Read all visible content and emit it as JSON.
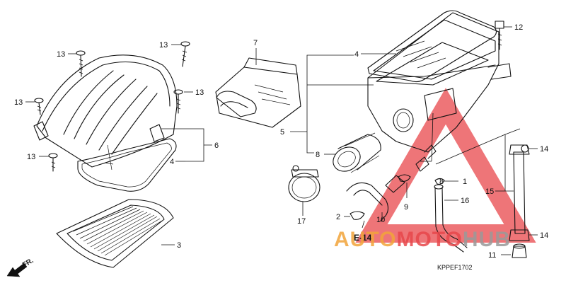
{
  "diagram": {
    "code": "KPPEF1702",
    "reference": "E-14",
    "direction": "FR.",
    "labels": {
      "p1": "1",
      "p2": "2",
      "p3": "3",
      "p4a": "4",
      "p4b": "4",
      "p5": "5",
      "p6": "6",
      "p7": "7",
      "p8a": "8",
      "p8b": "8",
      "p9": "9",
      "p10": "10",
      "p11": "11",
      "p12": "12",
      "p13a": "13",
      "p13b": "13",
      "p13c": "13",
      "p13d": "13",
      "p13e": "13",
      "p14a": "14",
      "p14b": "14",
      "p15": "15",
      "p16": "16",
      "p17": "17"
    }
  },
  "watermark": {
    "part1": "AUTO",
    "part2": "MOTO",
    "part3": "HUB",
    "colors": {
      "orange": "#f2a43a",
      "red": "#e8474b",
      "gray": "#9a9a9a"
    }
  }
}
